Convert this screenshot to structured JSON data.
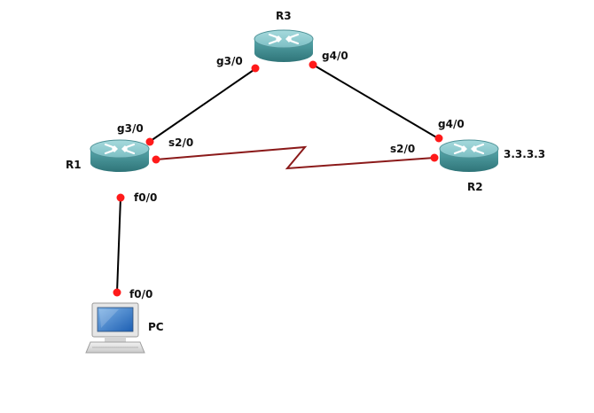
{
  "topology": {
    "devices": {
      "r1": {
        "name": "R1",
        "type": "router"
      },
      "r2": {
        "name": "R2",
        "type": "router",
        "note": "3.3.3.3"
      },
      "r3": {
        "name": "R3",
        "type": "router"
      },
      "pc": {
        "name": "PC",
        "type": "workstation"
      }
    },
    "links": [
      {
        "from": "R1",
        "from_if": "g3/0",
        "to": "R3",
        "to_if": "g3/0",
        "kind": "ethernet"
      },
      {
        "from": "R3",
        "from_if": "g4/0",
        "to": "R2",
        "to_if": "g4/0",
        "kind": "ethernet"
      },
      {
        "from": "R1",
        "from_if": "s2/0",
        "to": "R2",
        "to_if": "s2/0",
        "kind": "serial"
      },
      {
        "from": "R1",
        "from_if": "f0/0",
        "to": "PC",
        "to_if": "f0/0",
        "kind": "ethernet"
      }
    ],
    "interfaces": {
      "r3_g3": "g3/0",
      "r3_g4": "g4/0",
      "r1_g3": "g3/0",
      "r1_s2": "s2/0",
      "r1_f0": "f0/0",
      "r2_g4": "g4/0",
      "r2_s2": "s2/0",
      "pc_f0": "f0/0"
    }
  },
  "style": {
    "router_body": "#4a9a9e",
    "router_top": "#8ccbd0",
    "router_rim": "#3a7f84",
    "ethernet_link": "#000000",
    "serial_link": "#8b1a1a",
    "endpoint_dot": "#ff1a1a",
    "icons": {
      "router": "router-icon",
      "pc": "computer-icon"
    }
  }
}
